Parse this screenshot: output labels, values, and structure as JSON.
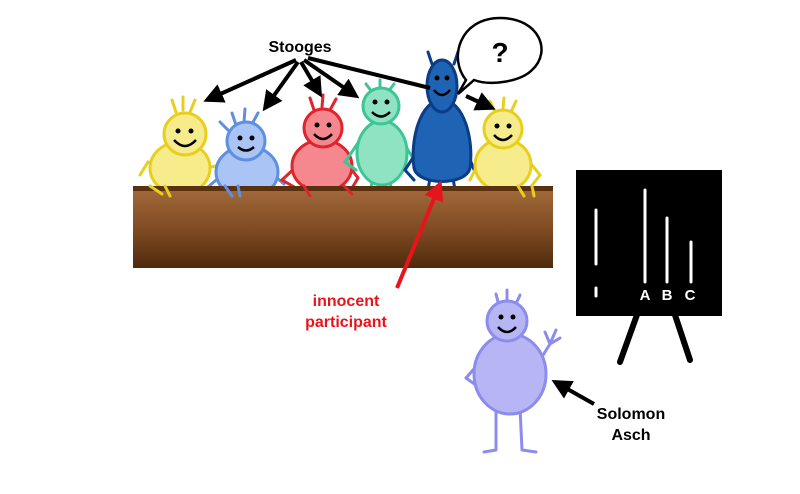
{
  "labels": {
    "stooges": "Stooges",
    "question_mark": "?",
    "innocent_line1": "innocent",
    "innocent_line2": "participant",
    "asch_line1": "Solomon",
    "asch_line2": "Asch"
  },
  "board": {
    "line_labels": [
      "A",
      "B",
      "C"
    ]
  },
  "figures": [
    {
      "role": "stooge",
      "color": "#f7ec8c",
      "stroke": "#e8cf1e"
    },
    {
      "role": "stooge",
      "color": "#a9c4f5",
      "stroke": "#5f8fe0"
    },
    {
      "role": "stooge",
      "color": "#f4888e",
      "stroke": "#e0242e"
    },
    {
      "role": "stooge",
      "color": "#8fe3c3",
      "stroke": "#3cc596"
    },
    {
      "role": "innocent participant",
      "color": "#1f63b5",
      "stroke": "#0b3c86"
    },
    {
      "role": "stooge",
      "color": "#f7ec8c",
      "stroke": "#e8cf1e"
    },
    {
      "role": "experimenter",
      "color": "#b6b6f4",
      "stroke": "#8c8cef"
    }
  ],
  "colors": {
    "table_top": "#9a6336",
    "table_bottom": "#5a300f",
    "arrow_black": "#000000",
    "arrow_red": "#e8141c",
    "board": "#000000"
  }
}
